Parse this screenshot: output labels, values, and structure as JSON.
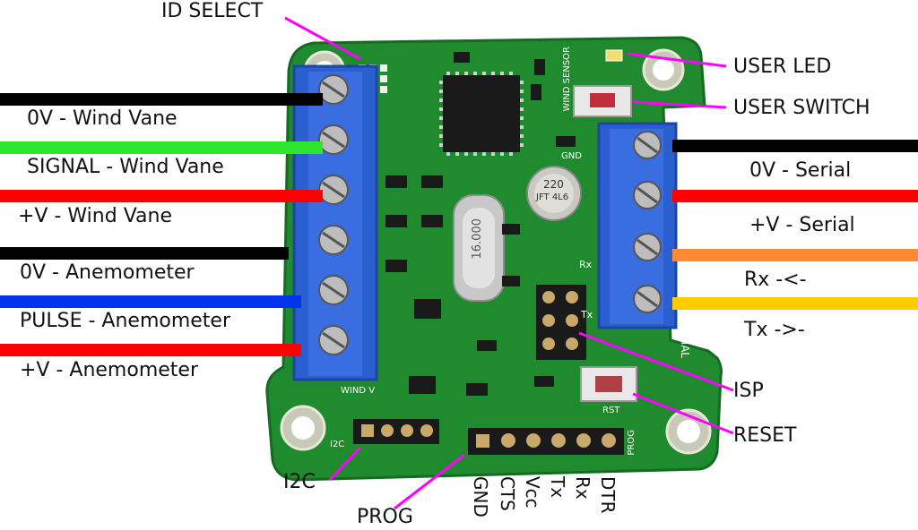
{
  "colors": {
    "pcb": "#1f8a2e",
    "pcb_dark": "#156b22",
    "terminal": "#2b5fd0",
    "terminal_dark": "#1d45a3",
    "callout": "#ff00ff",
    "wire_black": "#000000",
    "wire_green": "#2ee62e",
    "wire_red": "#ff0000",
    "wire_blue": "#0033ee",
    "wire_orange": "#ff8a33",
    "wire_yellow": "#ffcc00"
  },
  "left_wires": [
    {
      "label": "0V - Wind Vane",
      "color": "black"
    },
    {
      "label": "SIGNAL - Wind Vane",
      "color": "green"
    },
    {
      "label": "+V - Wind Vane",
      "color": "red"
    },
    {
      "label": "0V - Anemometer",
      "color": "black"
    },
    {
      "label": "PULSE - Anemometer",
      "color": "blue"
    },
    {
      "label": "+V - Anemometer",
      "color": "red"
    }
  ],
  "right_wires": [
    {
      "label": "0V - Serial",
      "color": "black"
    },
    {
      "label": "+V - Serial",
      "color": "red"
    },
    {
      "label": "Rx -<-",
      "color": "orange"
    },
    {
      "label": "Tx ->-",
      "color": "yellow"
    }
  ],
  "callouts": {
    "id_select": "ID SELECT",
    "user_led": "USER LED",
    "user_switch": "USER SWITCH",
    "isp": "ISP",
    "reset": "RESET",
    "i2c": "I2C",
    "prog": "PROG"
  },
  "prog_pins": [
    "GND",
    "CTS",
    "Vcc",
    "Tx",
    "Rx",
    "DTR"
  ],
  "board_marks": {
    "crystal": "16.000",
    "capacitor": "220",
    "capacitor_code": "JFT 4L6",
    "wind_sensor": "WIND SENSOR",
    "serial": "SERIAL",
    "rst": "RST",
    "i2c_silk": "I2C",
    "prog_silk": "PROG",
    "wind_v": "WIND V",
    "rx": "Rx",
    "tx": "Tx",
    "gnd": "GND"
  }
}
